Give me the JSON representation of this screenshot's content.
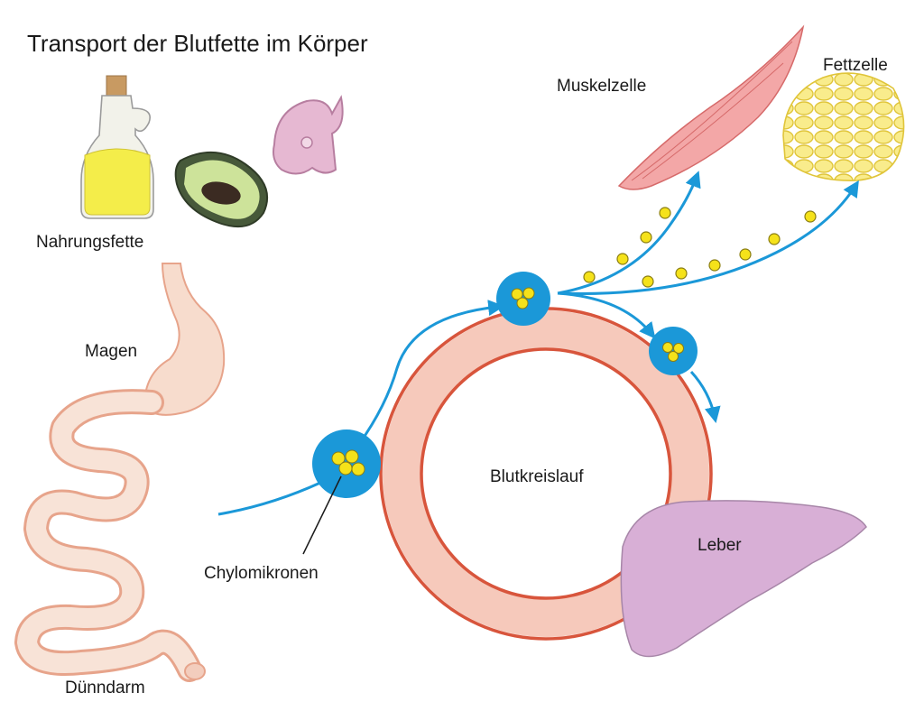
{
  "title": "Transport der Blutfette im Körper",
  "labels": {
    "dietary_fats": "Nahrungsfette",
    "stomach": "Magen",
    "small_intestine": "Dünndarm",
    "chylomicrons": "Chylomikronen",
    "circulation": "Blutkreislauf",
    "liver": "Leber",
    "muscle_cell": "Muskelzelle",
    "fat_cell": "Fettzelle"
  },
  "colors": {
    "arrow": "#1b98d8",
    "ring_fill": "#f6c9bb",
    "ring_stroke": "#d8553c",
    "chylomicron": "#1b98d8",
    "fat_droplet": "#f5e21a",
    "liver": "#d8afd6",
    "muscle": "#ee9a9a",
    "fat_tissue": "#f7e77a",
    "intestine": "#e7a48b"
  },
  "icons": [
    "oil-bottle-icon",
    "avocado-icon",
    "fish-steak-icon",
    "muscle-cell-icon",
    "fat-cell-cluster-icon",
    "stomach-icon",
    "small-intestine-icon",
    "liver-icon"
  ]
}
